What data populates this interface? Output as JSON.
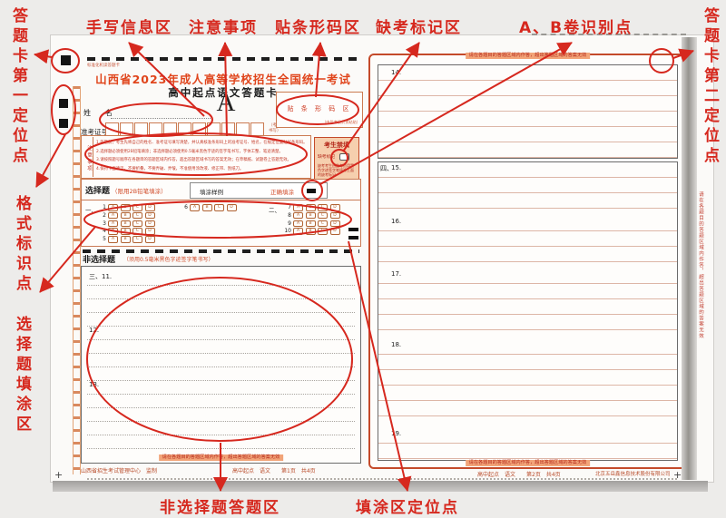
{
  "annotations": {
    "top_labels": [
      {
        "id": "handwrite-area",
        "text": "手写信息区"
      },
      {
        "id": "notice-area",
        "text": "注意事项"
      },
      {
        "id": "barcode-area",
        "text": "贴条形码区"
      },
      {
        "id": "absent-mark-area",
        "text": "缺考标记区"
      },
      {
        "id": "ab-paper-point",
        "text": "A、B卷识别点"
      }
    ],
    "left_labels": [
      {
        "id": "first-position-point",
        "text": "答题卡第一定位点"
      },
      {
        "id": "format-mark-point",
        "text": "格式标识点"
      },
      {
        "id": "choice-fill-area",
        "text": "选择题填涂区"
      }
    ],
    "right_label": "答题卡第二定位点",
    "bottom_labels": [
      {
        "id": "nonchoice-answer-area",
        "text": "非选择题答题区"
      },
      {
        "id": "fill-position-point",
        "text": "填涂区定位点"
      }
    ]
  },
  "sheet": {
    "corner_code": "标准化机读答题卡",
    "title_line1": "山西省2023年成人高等学校招生全国统一考试",
    "title_line2": "高中起点语文答题卡",
    "paper_type": "A",
    "name_label": "姓　名",
    "exam_no_label": "准考证号",
    "exam_no_digits": 11,
    "exam_no_note": "（考生禁止在此区域内书写）",
    "barcode": {
      "label": "贴 条 形 码 区",
      "note": "（由监考员负责粘贴）"
    },
    "forbid": {
      "title": "考生禁填",
      "mark": "缺考标记",
      "note": "缺考考生由监考员用黑色字迹签字笔填涂上面的缺考标记"
    },
    "notice": {
      "side": "注意事项",
      "lines": [
        "1.答题前，考生先将自己的姓名、准考证号填写清楚，并认真核准条形码上的准考证号、姓名，在规定位置贴好条形码。",
        "2.选择题必须使用2B铅笔填涂；非选择题必须使用0.5毫米黑色字迹的签字笔书写，字体工整、笔迹清楚。",
        "3.请按照题号顺序在各题目的答题区域内作答，超出答题区域书写的答案无效；在草稿纸、试题卷上答题无效。",
        "4.保持卡面清洁，不要折叠，不要弄破、弄皱，不准使用涂改液、修正带、刮纸刀。"
      ]
    },
    "choice": {
      "title": "选择题",
      "subtitle": "（限用2B铅笔填涂）",
      "sample": "填涂样例",
      "correct": "正确填涂",
      "group1": "一、",
      "group2": "二、",
      "options": [
        "A",
        "B",
        "C",
        "D"
      ],
      "columns": [
        [
          1,
          2,
          3,
          4,
          5
        ],
        [
          6
        ],
        [
          7,
          8,
          9,
          10
        ]
      ]
    },
    "nonchoice": {
      "title": "非选择题",
      "subtitle": "（须用0.5毫米黑色字迹签字笔书写）",
      "items": [
        {
          "num": "11.",
          "prefix": "三、",
          "lines": 4
        },
        {
          "num": "12.",
          "prefix": "",
          "lines": 4
        },
        {
          "num": "13.",
          "prefix": "",
          "lines": 5
        }
      ]
    },
    "area_note": "请在各题目的答题区域内作答，超出答题区域的答案无效",
    "side_note": "请在各题目的答题区域内作答，超出答题区域的答案无效",
    "footer_left_maker": "山西省招生考试管理中心　监制",
    "footer_left_page": "高中起点　语文　　第1页　共4页",
    "footer_right_page": "高中起点　语文　　第2页　共4页",
    "footer_right_company": "北京五岳鑫信息技术股份有限公司",
    "right_panel": {
      "item14": {
        "num": "14.",
        "lines": 5
      },
      "items": [
        {
          "num": "15.",
          "prefix": "四、",
          "lines": 3
        },
        {
          "num": "16.",
          "prefix": "",
          "lines": 3
        },
        {
          "num": "17.",
          "prefix": "",
          "lines": 4
        },
        {
          "num": "18.",
          "prefix": "",
          "lines": 5
        },
        {
          "num": "19.",
          "prefix": "",
          "lines": 3
        }
      ]
    }
  },
  "colors": {
    "annotation_red": "#d6281e",
    "print_orange": "#c97a55",
    "title_red": "#e0451c",
    "notice_red": "#c33a28",
    "black": "#141414"
  }
}
